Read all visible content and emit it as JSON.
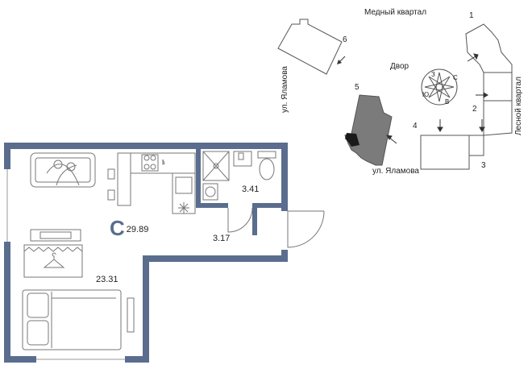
{
  "plan": {
    "colors": {
      "wall": "#5a6d8e",
      "line": "#555555",
      "furniture": "#777777",
      "neighbor": "#7b7b7b",
      "unit": "#1a1a1a"
    },
    "total_symbol": "С",
    "total_area": "29.89",
    "areas": {
      "living": "23.31",
      "bathroom": "3.41",
      "hall": "3.17"
    }
  },
  "site": {
    "top_label": "Медный квартал",
    "right_label": "Лесной квартал",
    "street_left": "ул. Яламова",
    "street_bottom": "ул. Яламова",
    "yard": "Двор",
    "compass": {
      "n": "С",
      "w": "З",
      "s": "Ю",
      "e": "В"
    },
    "buildings": [
      "1",
      "2",
      "3",
      "4",
      "5",
      "6"
    ]
  }
}
